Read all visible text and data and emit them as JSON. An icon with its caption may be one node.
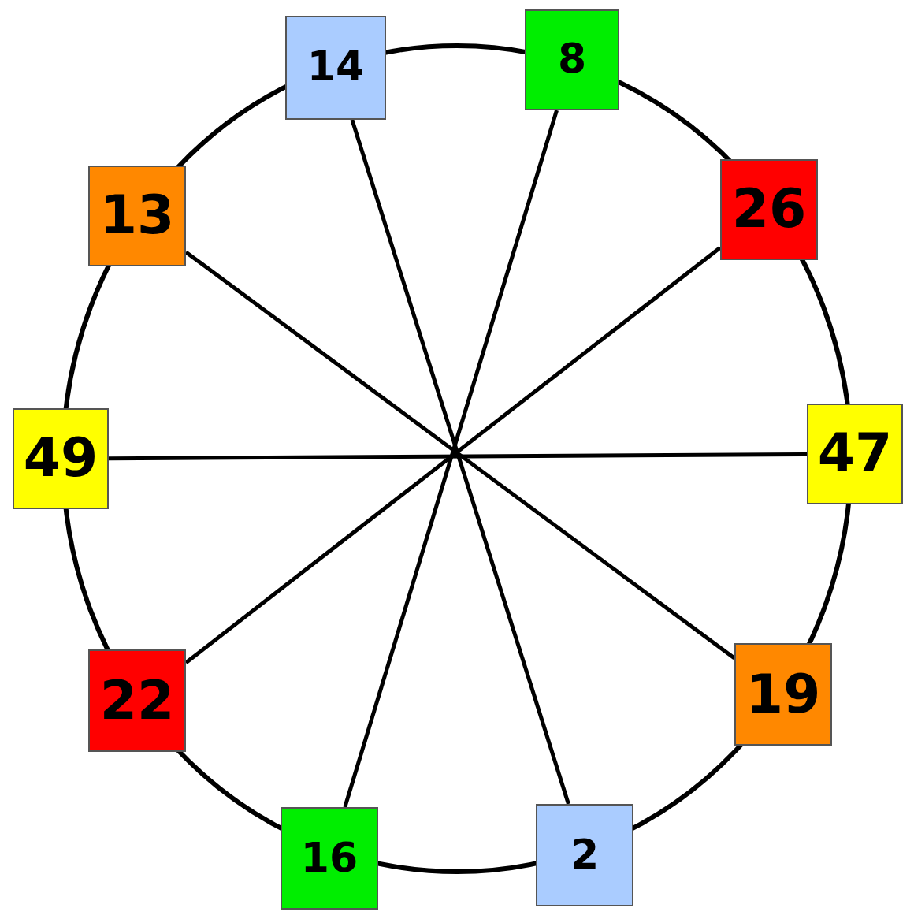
{
  "diagram": {
    "nodes": [
      {
        "text": [
          "14"
        ]
      },
      {
        "text": [
          "8"
        ]
      },
      {
        "text": [
          "26"
        ]
      },
      {
        "text": [
          "47"
        ]
      },
      {
        "text": [
          "19"
        ]
      },
      {
        "text": [
          "2"
        ]
      },
      {
        "text": [
          "16"
        ]
      },
      {
        "text": [
          "22"
        ]
      },
      {
        "text": [
          "49"
        ]
      },
      {
        "text": [
          "13"
        ]
      }
    ],
    "edges": [
      {
        "from": 0,
        "to": 5,
        "arrow": "none"
      },
      {
        "from": 1,
        "to": 6,
        "arrow": "none"
      },
      {
        "from": 2,
        "to": 7,
        "arrow": "none"
      },
      {
        "from": 3,
        "to": 8,
        "arrow": "none"
      },
      {
        "from": 4,
        "to": 9,
        "arrow": "none"
      }
    ]
  }
}
